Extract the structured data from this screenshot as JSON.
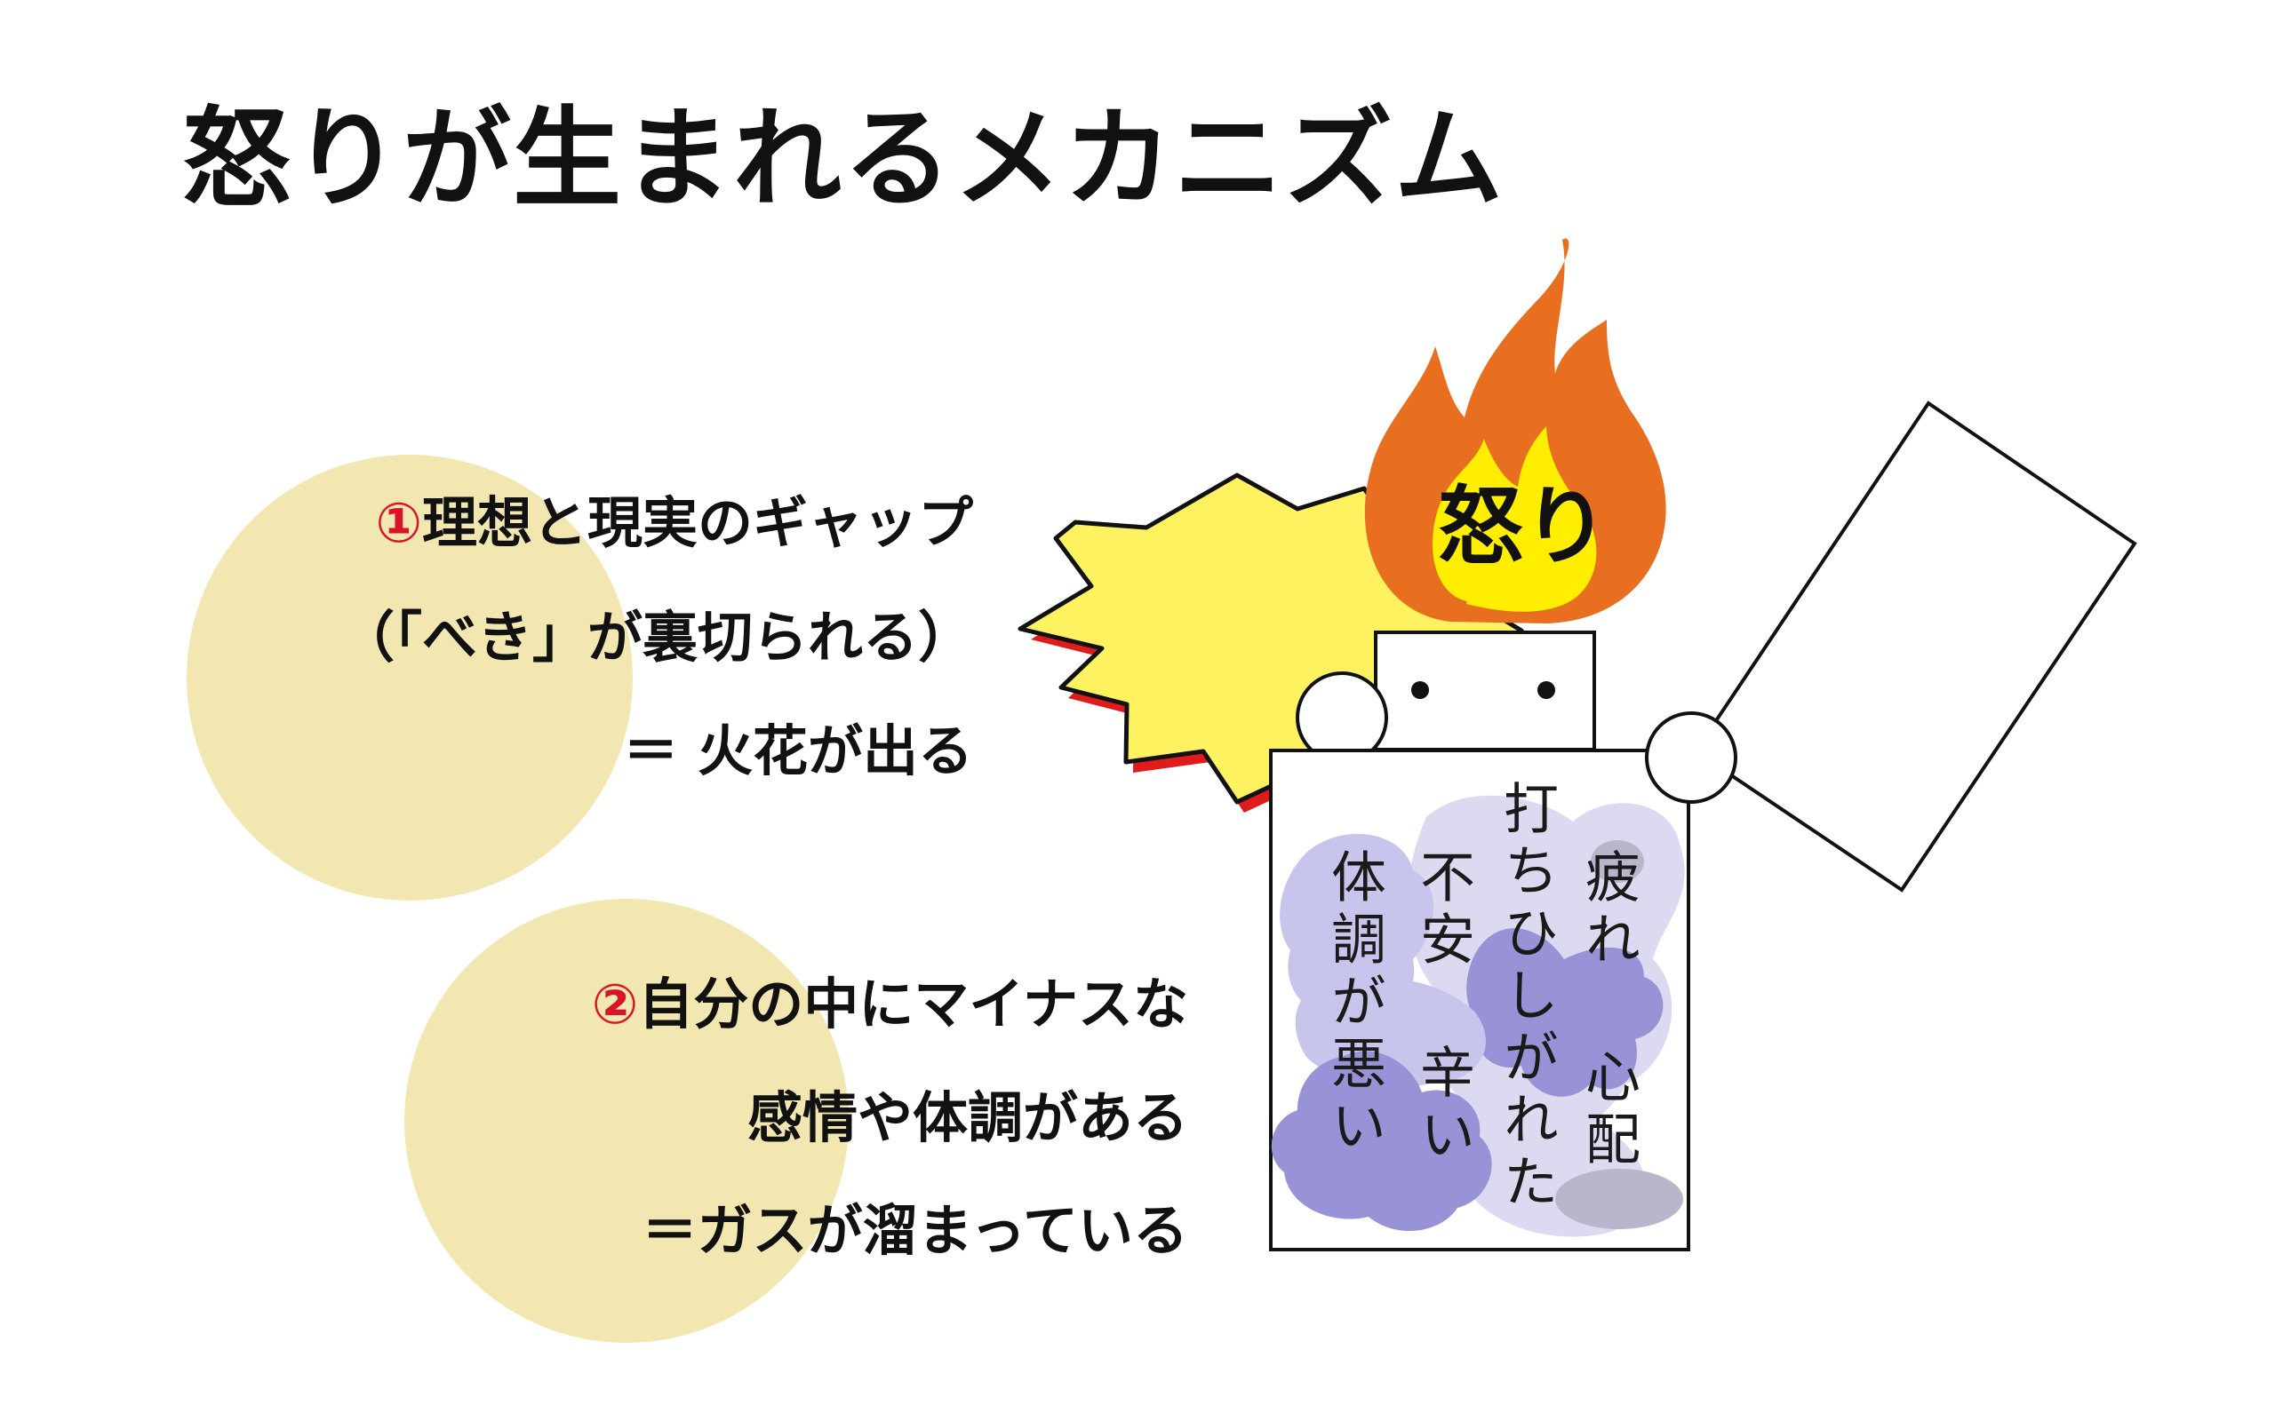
{
  "title": "怒りが生まれるメカニズム",
  "point1": {
    "number": "①",
    "line1": "理想と現実のギャップ",
    "line2": "（「べき」が裏切られる）",
    "line3": "＝ 火花が出る"
  },
  "point2": {
    "number": "②",
    "line1": "自分の中にマイナスな",
    "line2": "感情や体調がある",
    "line3": "＝ガスが溜まっている"
  },
  "flame_label": "怒り",
  "lighter_words": [
    "疲れ",
    "打ちひしがれた",
    "不安",
    "体調が悪い",
    "心配",
    "辛い"
  ],
  "colors": {
    "circle": "#f2e7b0",
    "number_red": "#d9142a",
    "flame_outer": "#e86f1f",
    "flame_inner": "#ffee00",
    "spark_fill": "#fff260",
    "spark_shadow": "#e01b1b",
    "blob_dark": "#9793d6",
    "blob_light": "#c8c5ec",
    "blob_pale": "#dcdaf0",
    "blob_grey": "#b9b6cc"
  }
}
